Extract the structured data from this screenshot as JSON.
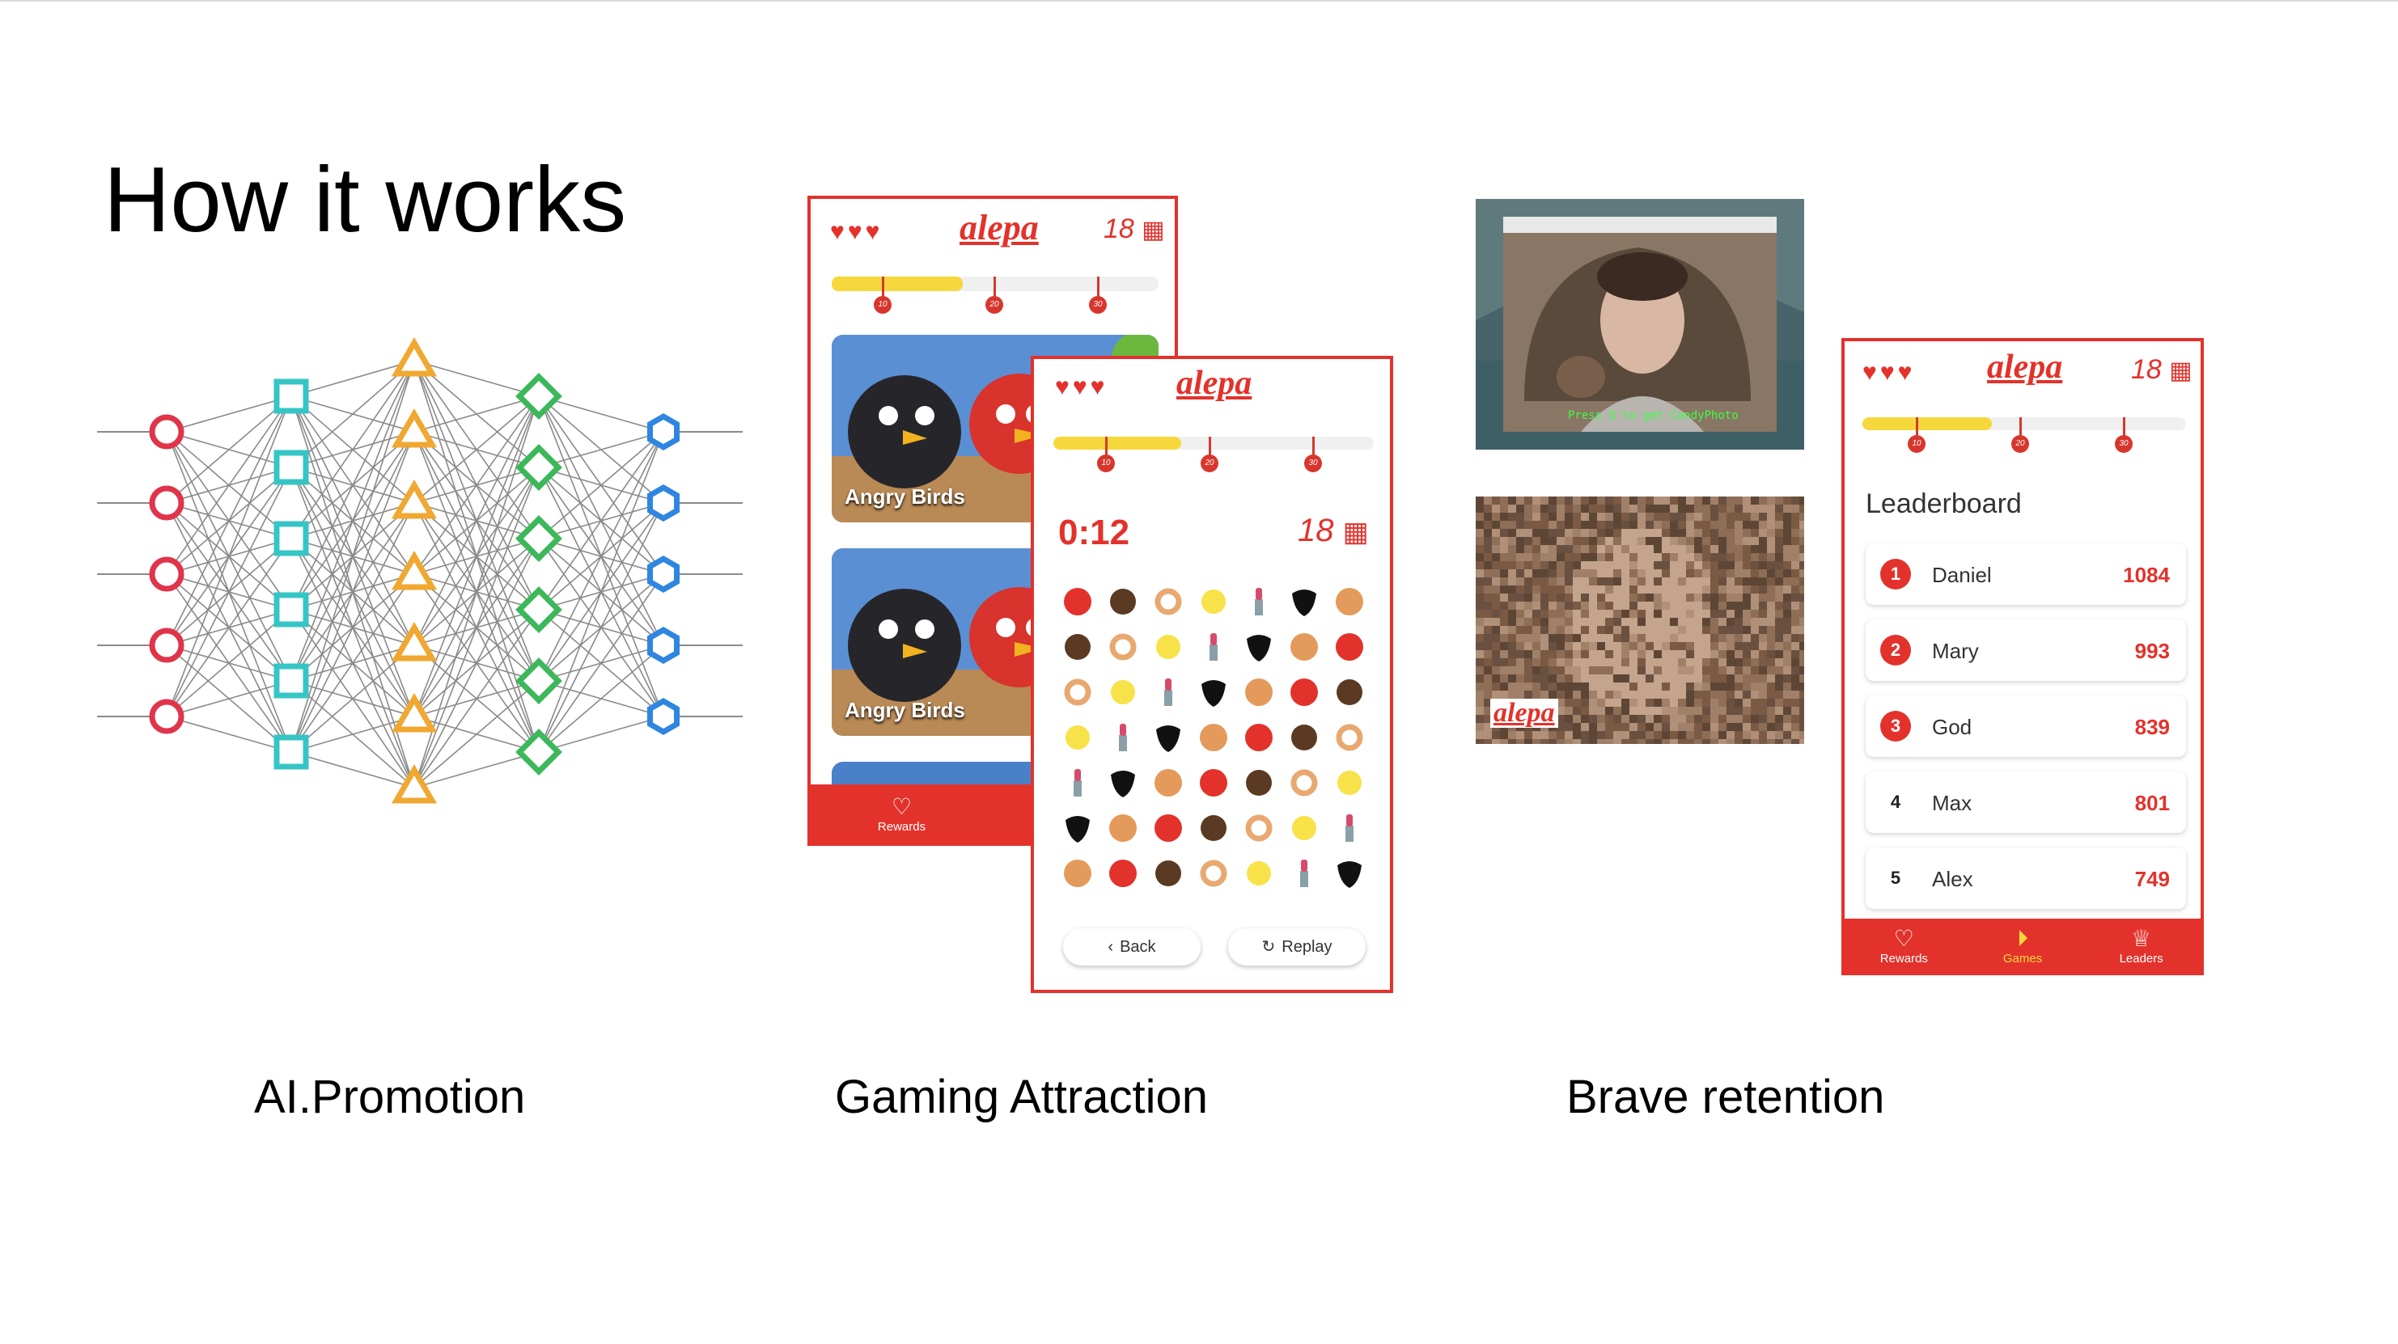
{
  "slide": {
    "title": "How it works",
    "captions": [
      "AI.Promotion",
      "Gaming Attraction",
      "Brave retention"
    ]
  },
  "colors": {
    "brand_red": "#e3322b",
    "progress_yellow": "#f7d83c",
    "red_node": "#e0344b",
    "teal_node": "#36c5c5",
    "orange_node": "#f0a830",
    "green_node": "#3cb85a",
    "blue_node": "#2f86e0"
  },
  "app": {
    "logo": "alepa",
    "lives": "♥♥♥",
    "token_count": "18",
    "progress_fraction": 0.4,
    "milestones": [
      "10",
      "20",
      "30"
    ],
    "tabs": [
      "Rewards",
      "Games",
      "Leaders"
    ]
  },
  "games_list": {
    "cards": [
      {
        "label": "Angry Birds"
      },
      {
        "label": "Angry Birds"
      }
    ]
  },
  "match_game": {
    "timer": "0:12",
    "buttons": {
      "back": "Back",
      "replay": "Replay"
    },
    "grid": [
      [
        "red",
        "brown",
        "ring",
        "yellow",
        "lipstick",
        "black",
        "tan"
      ],
      [
        "brown",
        "ring",
        "yellow",
        "lipstick",
        "black",
        "tan",
        "red"
      ],
      [
        "ring",
        "yellow",
        "lipstick",
        "black",
        "tan",
        "red",
        "brown"
      ],
      [
        "yellow",
        "lipstick",
        "black",
        "tan",
        "red",
        "brown",
        "ring"
      ],
      [
        "lipstick",
        "black",
        "tan",
        "red",
        "brown",
        "ring",
        "yellow"
      ],
      [
        "black",
        "tan",
        "red",
        "brown",
        "ring",
        "yellow",
        "lipstick"
      ],
      [
        "tan",
        "red",
        "brown",
        "ring",
        "yellow",
        "lipstick",
        "black"
      ]
    ]
  },
  "webcam": {
    "overlay_text": "Press Q to get CandyPhoto"
  },
  "mosaic": {
    "logo": "alepa"
  },
  "leaderboard": {
    "title": "Leaderboard",
    "rows": [
      {
        "rank": "1",
        "name": "Daniel",
        "score": "1084"
      },
      {
        "rank": "2",
        "name": "Mary",
        "score": "993"
      },
      {
        "rank": "3",
        "name": "God",
        "score": "839"
      },
      {
        "rank": "4",
        "name": "Max",
        "score": "801"
      },
      {
        "rank": "5",
        "name": "Alex",
        "score": "749"
      }
    ]
  }
}
